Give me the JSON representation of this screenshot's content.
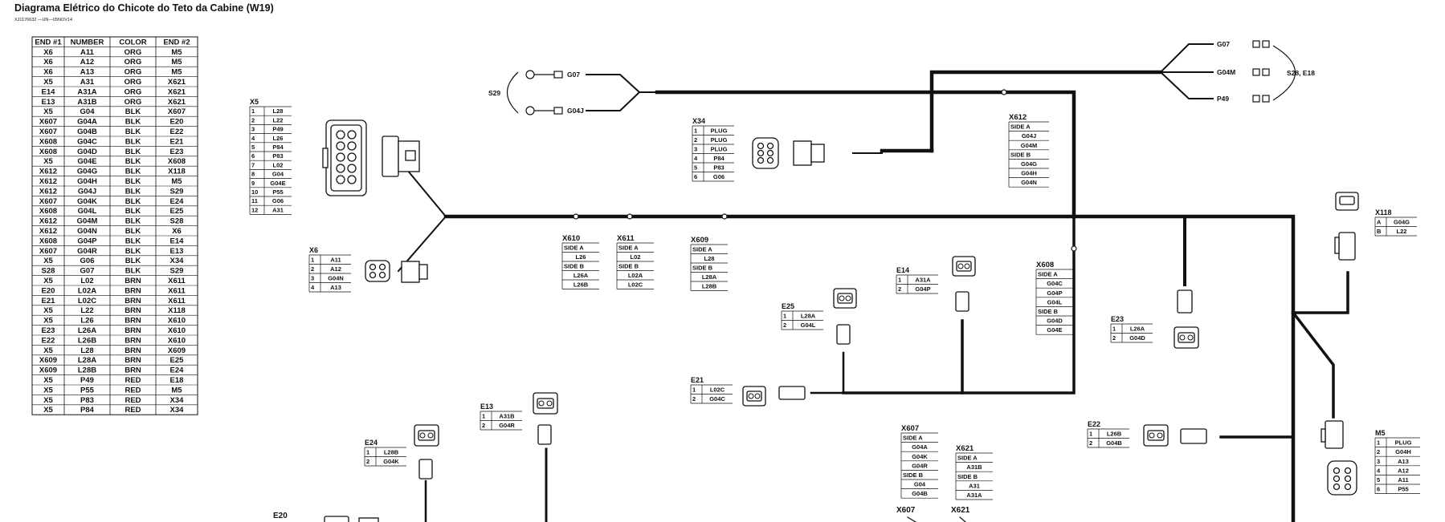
{
  "header": {
    "title": "Diagrama Elétrico do Chicote do Teto da Cabine (W19)",
    "code": "XJ1176632 —UN—05NOV14"
  },
  "wire_table": {
    "headers": [
      "END #1",
      "NUMBER",
      "COLOR",
      "END #2"
    ],
    "rows": [
      [
        "X6",
        "A11",
        "ORG",
        "M5"
      ],
      [
        "X6",
        "A12",
        "ORG",
        "M5"
      ],
      [
        "X6",
        "A13",
        "ORG",
        "M5"
      ],
      [
        "X5",
        "A31",
        "ORG",
        "X621"
      ],
      [
        "E14",
        "A31A",
        "ORG",
        "X621"
      ],
      [
        "E13",
        "A31B",
        "ORG",
        "X621"
      ],
      [
        "X5",
        "G04",
        "BLK",
        "X607"
      ],
      [
        "X607",
        "G04A",
        "BLK",
        "E20"
      ],
      [
        "X607",
        "G04B",
        "BLK",
        "E22"
      ],
      [
        "X608",
        "G04C",
        "BLK",
        "E21"
      ],
      [
        "X608",
        "G04D",
        "BLK",
        "E23"
      ],
      [
        "X5",
        "G04E",
        "BLK",
        "X608"
      ],
      [
        "X612",
        "G04G",
        "BLK",
        "X118"
      ],
      [
        "X612",
        "G04H",
        "BLK",
        "M5"
      ],
      [
        "X612",
        "G04J",
        "BLK",
        "S29"
      ],
      [
        "X607",
        "G04K",
        "BLK",
        "E24"
      ],
      [
        "X608",
        "G04L",
        "BLK",
        "E25"
      ],
      [
        "X612",
        "G04M",
        "BLK",
        "S28"
      ],
      [
        "X612",
        "G04N",
        "BLK",
        "X6"
      ],
      [
        "X608",
        "G04P",
        "BLK",
        "E14"
      ],
      [
        "X607",
        "G04R",
        "BLK",
        "E13"
      ],
      [
        "X5",
        "G06",
        "BLK",
        "X34"
      ],
      [
        "S28",
        "G07",
        "BLK",
        "S29"
      ],
      [
        "X5",
        "L02",
        "BRN",
        "X611"
      ],
      [
        "E20",
        "L02A",
        "BRN",
        "X611"
      ],
      [
        "E21",
        "L02C",
        "BRN",
        "X611"
      ],
      [
        "X5",
        "L22",
        "BRN",
        "X118"
      ],
      [
        "X5",
        "L26",
        "BRN",
        "X610"
      ],
      [
        "E23",
        "L26A",
        "BRN",
        "X610"
      ],
      [
        "E22",
        "L26B",
        "BRN",
        "X610"
      ],
      [
        "X5",
        "L28",
        "BRN",
        "X609"
      ],
      [
        "X609",
        "L28A",
        "BRN",
        "E25"
      ],
      [
        "X609",
        "L28B",
        "BRN",
        "E24"
      ],
      [
        "X5",
        "P49",
        "RED",
        "E18"
      ],
      [
        "X5",
        "P55",
        "RED",
        "M5"
      ],
      [
        "X5",
        "P83",
        "RED",
        "X34"
      ],
      [
        "X5",
        "P84",
        "RED",
        "X34"
      ]
    ]
  },
  "connectors": {
    "X5": {
      "label": "X5",
      "pins": [
        [
          "1",
          "L28"
        ],
        [
          "2",
          "L22"
        ],
        [
          "3",
          "P49"
        ],
        [
          "4",
          "L26"
        ],
        [
          "5",
          "P84"
        ],
        [
          "6",
          "P83"
        ],
        [
          "7",
          "L02"
        ],
        [
          "8",
          "G04"
        ],
        [
          "9",
          "G04E"
        ],
        [
          "10",
          "P55"
        ],
        [
          "11",
          "G06"
        ],
        [
          "12",
          "A31"
        ]
      ]
    },
    "X6": {
      "label": "X6",
      "pins": [
        [
          "1",
          "A11"
        ],
        [
          "2",
          "A12"
        ],
        [
          "3",
          "G04N"
        ],
        [
          "4",
          "A13"
        ]
      ]
    },
    "X34": {
      "label": "X34",
      "pins": [
        [
          "1",
          "PLUG"
        ],
        [
          "2",
          "PLUG"
        ],
        [
          "3",
          "PLUG"
        ],
        [
          "4",
          "P84"
        ],
        [
          "5",
          "P83"
        ],
        [
          "6",
          "G06"
        ]
      ]
    },
    "E14": {
      "label": "E14",
      "pins": [
        [
          "1",
          "A31A"
        ],
        [
          "2",
          "G04P"
        ]
      ]
    },
    "E25": {
      "label": "E25",
      "pins": [
        [
          "1",
          "L28A"
        ],
        [
          "2",
          "G04L"
        ]
      ]
    },
    "E21": {
      "label": "E21",
      "pins": [
        [
          "1",
          "L02C"
        ],
        [
          "2",
          "G04C"
        ]
      ]
    },
    "E13": {
      "label": "E13",
      "pins": [
        [
          "1",
          "A31B"
        ],
        [
          "2",
          "G04R"
        ]
      ]
    },
    "E24": {
      "label": "E24",
      "pins": [
        [
          "1",
          "L28B"
        ],
        [
          "2",
          "G04K"
        ]
      ]
    },
    "E23": {
      "label": "E23",
      "pins": [
        [
          "1",
          "L26A"
        ],
        [
          "2",
          "G04D"
        ]
      ]
    },
    "E22": {
      "label": "E22",
      "pins": [
        [
          "1",
          "L26B"
        ],
        [
          "2",
          "G04B"
        ]
      ]
    },
    "X118": {
      "label": "X118",
      "pins": [
        [
          "A",
          "G04G"
        ],
        [
          "B",
          "L22"
        ]
      ]
    },
    "M5": {
      "label": "M5",
      "pins": [
        [
          "1",
          "PLUG"
        ],
        [
          "2",
          "G04H"
        ],
        [
          "3",
          "A13"
        ],
        [
          "4",
          "A12"
        ],
        [
          "5",
          "A11"
        ],
        [
          "6",
          "P55"
        ]
      ]
    }
  },
  "splices": {
    "X610": {
      "label": "X610",
      "rows": [
        "SIDE A",
        "L26",
        "SIDE B",
        "L26A",
        "L26B"
      ]
    },
    "X611": {
      "label": "X611",
      "rows": [
        "SIDE A",
        "L02",
        "SIDE B",
        "L02A",
        "L02C"
      ]
    },
    "X609": {
      "label": "X609",
      "rows": [
        "SIDE A",
        "L28",
        "SIDE B",
        "L28A",
        "L28B"
      ]
    },
    "X612": {
      "label": "X612",
      "rows": [
        "SIDE A",
        "G04J",
        "G04M",
        "SIDE B",
        "G04G",
        "G04H",
        "G04N"
      ]
    },
    "X608": {
      "label": "X608",
      "rows": [
        "SIDE A",
        "G04C",
        "G04P",
        "G04L",
        "SIDE B",
        "G04D",
        "G04E"
      ]
    },
    "X607": {
      "label": "X607",
      "rows": [
        "SIDE A",
        "G04A",
        "G04K",
        "G04R",
        "SIDE B",
        "G04",
        "G04B"
      ]
    },
    "X621": {
      "label": "X621",
      "rows": [
        "SIDE A",
        "A31B",
        "SIDE B",
        "A31",
        "A31A"
      ]
    }
  },
  "labels": {
    "s29": "S29",
    "s29_g07": "G07",
    "s29_g04j": "G04J",
    "s28_e18": "S28, E18",
    "s28_g07": "G07",
    "s28_g04m": "G04M",
    "s28_p49": "P49",
    "e20": "E20",
    "x607_bottom": "X607",
    "x621_bottom": "X621"
  }
}
